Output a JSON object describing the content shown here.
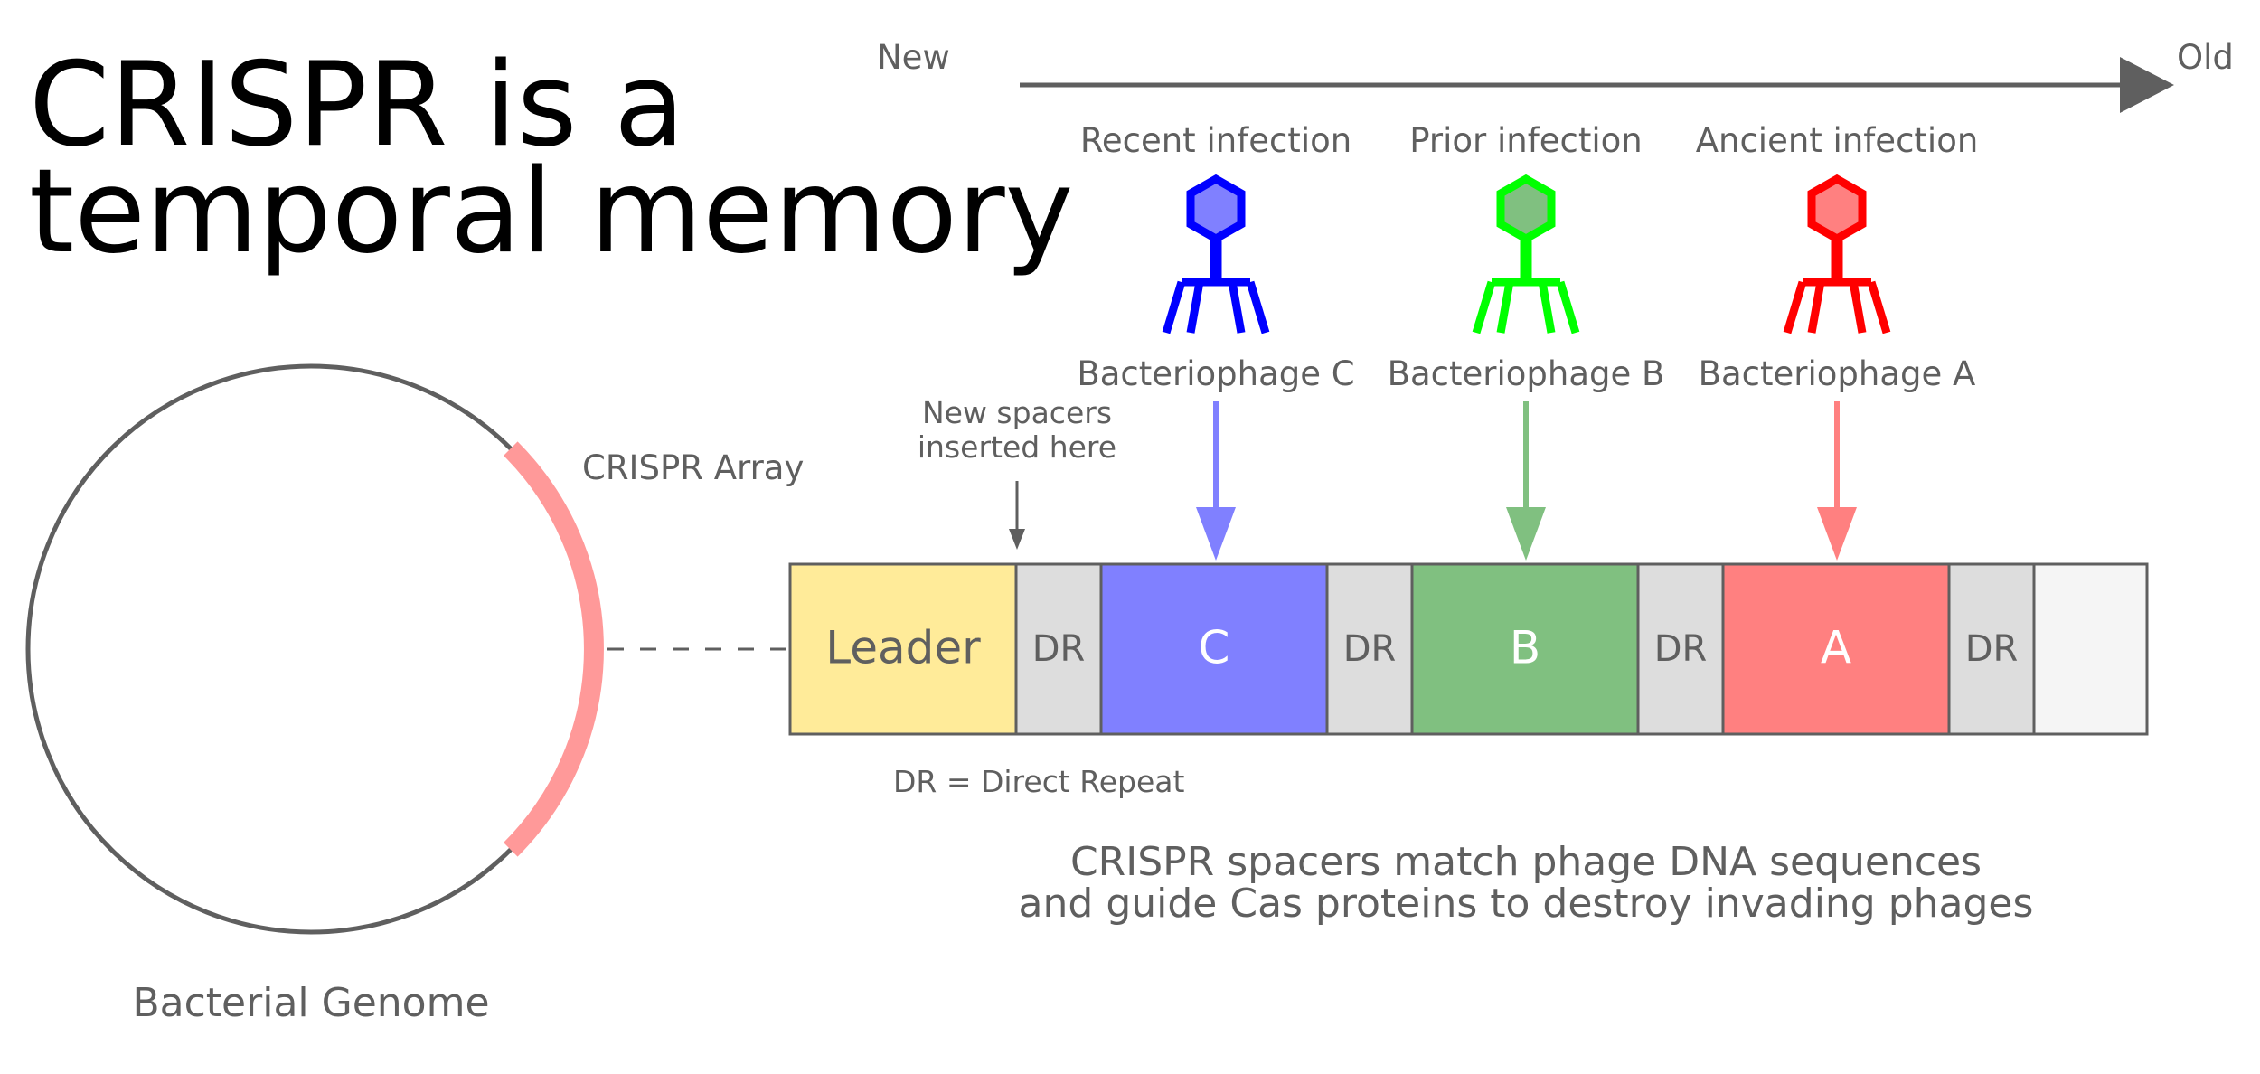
{
  "title": {
    "line1": "CRISPR is a",
    "line2": "temporal memory"
  },
  "timeline": {
    "left_label": "New",
    "right_label": "Old"
  },
  "infections": [
    {
      "label": "Recent infection",
      "phage_name": "Bacteriophage C",
      "stroke_color": "#0000ff",
      "fill_color": "#8080ff"
    },
    {
      "label": "Prior infection",
      "phage_name": "Bacteriophage B",
      "stroke_color": "#00ff00",
      "fill_color": "#80c080"
    },
    {
      "label": "Ancient infection",
      "phage_name": "Bacteriophage A",
      "stroke_color": "#ff0000",
      "fill_color": "#ff8080"
    }
  ],
  "genome": {
    "label": "Bacterial Genome",
    "array_label": "CRISPR Array",
    "array_color": "#ff9999"
  },
  "new_spacers_note": {
    "line1": "New spacers",
    "line2": "inserted here"
  },
  "array_segments": [
    {
      "label": "Leader",
      "type": "leader",
      "fill": "#ffeb99"
    },
    {
      "label": "DR",
      "type": "repeat",
      "fill": "#dddddd"
    },
    {
      "label": "C",
      "type": "spacer",
      "fill": "#8080ff"
    },
    {
      "label": "DR",
      "type": "repeat",
      "fill": "#dddddd"
    },
    {
      "label": "B",
      "type": "spacer",
      "fill": "#80c080"
    },
    {
      "label": "DR",
      "type": "repeat",
      "fill": "#dddddd"
    },
    {
      "label": "A",
      "type": "spacer",
      "fill": "#ff8080"
    },
    {
      "label": "DR",
      "type": "repeat",
      "fill": "#dddddd"
    },
    {
      "label": "",
      "type": "empty",
      "fill": "#f5f5f5"
    }
  ],
  "legend": {
    "dr_definition": "DR = Direct Repeat"
  },
  "caption": {
    "line1": "CRISPR spacers match phage DNA sequences",
    "line2": "and guide Cas proteins to destroy invading phages"
  }
}
